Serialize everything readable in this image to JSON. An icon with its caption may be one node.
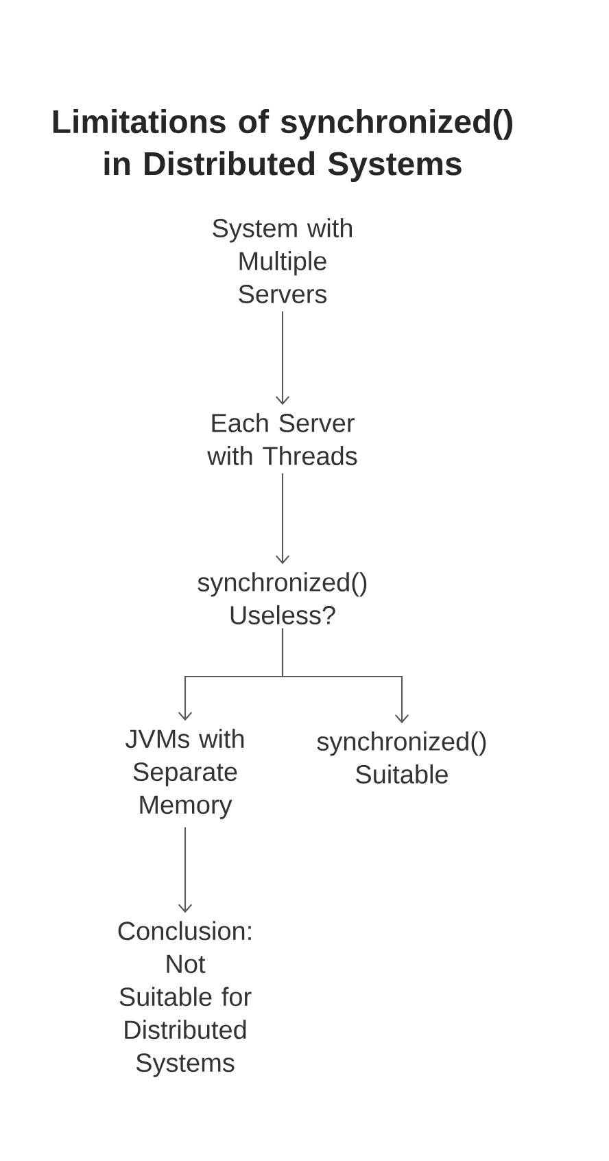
{
  "diagram": {
    "title": "Limitations of synchronized() in Distributed Systems",
    "nodes": [
      {
        "text": [
          "System with Multiple Servers"
        ]
      },
      {
        "text": [
          "Each Server with Threads"
        ]
      },
      {
        "text": [
          "synchronized() Useless?"
        ]
      },
      {
        "text": [
          "JVMs with Separate Memory"
        ]
      },
      {
        "text": [
          "synchronized() Suitable"
        ]
      },
      {
        "text": [
          "Conclusion: Not Suitable for Distributed Systems"
        ]
      }
    ],
    "edges": [
      {
        "from": 0,
        "to": 1,
        "arrow": "to"
      },
      {
        "from": 1,
        "to": 2,
        "arrow": "to"
      },
      {
        "from": 2,
        "to": 3,
        "arrow": "to"
      },
      {
        "from": 2,
        "to": 4,
        "arrow": "to"
      },
      {
        "from": 3,
        "to": 5,
        "arrow": "to"
      }
    ]
  }
}
